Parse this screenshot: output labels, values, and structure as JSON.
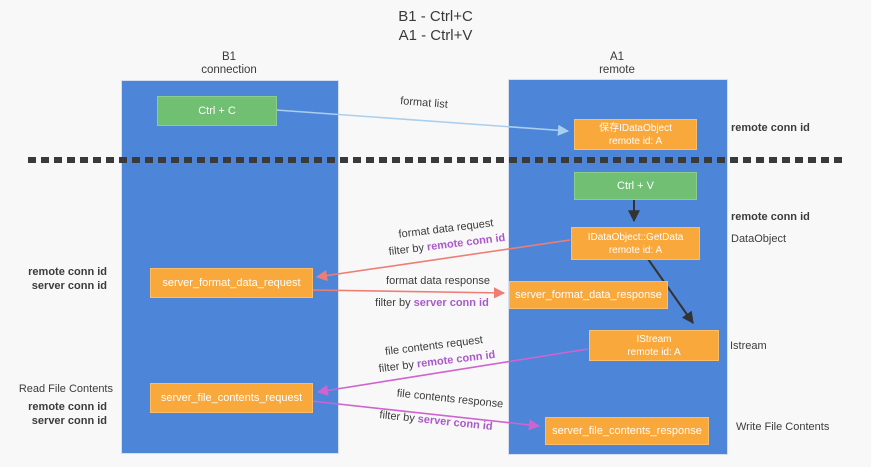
{
  "title": {
    "line1": "B1 - Ctrl+C",
    "line2": "A1 - Ctrl+V"
  },
  "lanes": {
    "left": {
      "name": "B1",
      "subtitle": "connection"
    },
    "right": {
      "name": "A1",
      "subtitle": "remote"
    }
  },
  "boxes": {
    "ctrl_c": {
      "label": "Ctrl + C"
    },
    "ctrl_v": {
      "label": "Ctrl + V"
    },
    "save_idataobject": {
      "line1": "保存IDataObject",
      "line2": "remote id: A"
    },
    "getdata": {
      "line1": "IDataObject::GetData",
      "line2": "remote id: A"
    },
    "istream": {
      "line1": "IStream",
      "line2": "remote id: A"
    },
    "server_format_data_request": {
      "label": "server_format_data_request"
    },
    "server_format_data_response": {
      "label": "server_format_data_response"
    },
    "server_file_contents_request": {
      "label": "server_file_contents_request"
    },
    "server_file_contents_response": {
      "label": "server_file_contents_response"
    }
  },
  "arrow_labels": {
    "format_list": "format list",
    "format_data_request": "format data request",
    "format_data_response": "format data response",
    "file_contents_request": "file contents request",
    "file_contents_response": "file contents response",
    "filter_by": "filter by",
    "remote_conn_id": "remote conn id",
    "server_conn_id": "server conn id"
  },
  "annotations": {
    "right_remote_conn_id_1": "remote conn id",
    "right_remote_conn_id_2": "remote conn id",
    "dataobject": "DataObject",
    "istream": "Istream",
    "write_file_contents": "Write File Contents",
    "left_remote_conn_id_1": "remote conn id",
    "left_server_conn_id_1": "server conn id",
    "read_file_contents": "Read File Contents",
    "left_remote_conn_id_2": "remote conn id",
    "left_server_conn_id_2": "server conn id"
  },
  "colors": {
    "lane_blue": "#4d86d8",
    "box_green": "#70bf73",
    "box_orange": "#f9a83c",
    "arrow_lightblue": "#a9cfef",
    "arrow_salmon": "#ee7e74",
    "arrow_magenta": "#cf63cf",
    "arrow_black": "#333333",
    "text_purple": "#a95ac9",
    "text_green": "#5cb85c"
  }
}
